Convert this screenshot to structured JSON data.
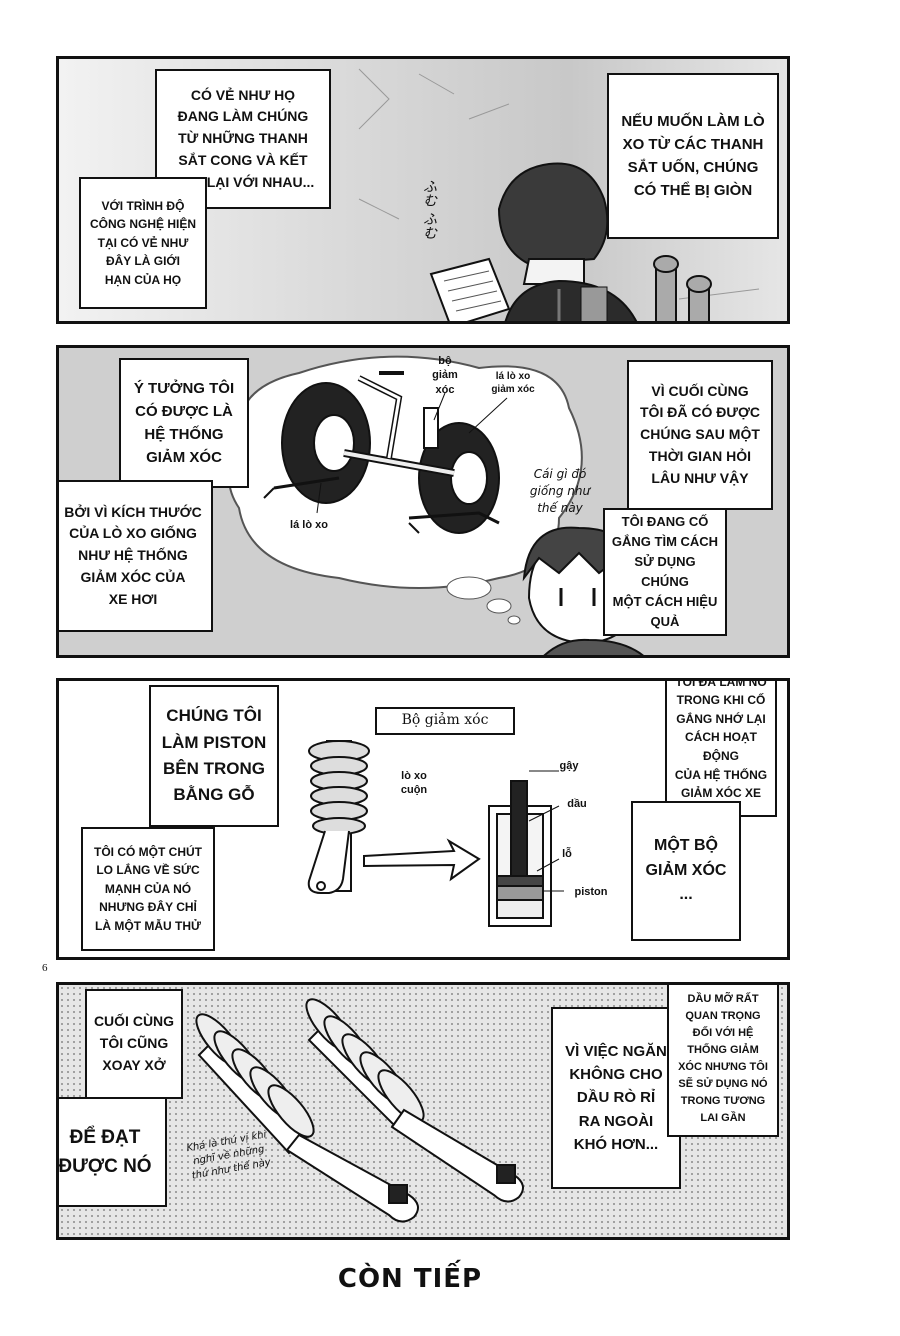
{
  "page_number": "6",
  "footer": "CÒN TIẾP",
  "panel1": {
    "bubble_left_top": "CÓ VẺ NHƯ HỌ\nĐANG LÀM CHÚNG\nTỪ NHỮNG THANH\nSẮT CONG VÀ KẾT\nHỢP LẠI VỚI NHAU...",
    "bubble_left_bottom": "VỚI TRÌNH ĐỘ\nCÔNG NGHỆ HIỆN\nTẠI CÓ VẺ NHƯ\nĐÂY LÀ GIỚI\nHẠN CỦA HỌ",
    "bubble_right": "NẾU MUỐN LÀM LÒ\nXO TỪ CÁC THANH\nSẮT UỐN, CHÚNG\nCÓ THỂ BỊ GIÒN",
    "sfx": "ふむ ふむ"
  },
  "panel2": {
    "bubble_left_top": "Ý TƯỞNG TÔI\nCÓ ĐƯỢC LÀ\nHỆ THỐNG\nGIẢM XÓC",
    "bubble_left_bottom": "BỞI VÌ KÍCH THƯỚC\nCỦA LÒ XO GIỐNG\nNHƯ HỆ THỐNG\nGIẢM XÓC CỦA\nXE HƠI",
    "bubble_right_top": "VÌ CUỐI CÙNG\nTÔI ĐÃ CÓ ĐƯỢC\nCHÚNG SAU MỘT\nTHỜI GIAN HỎI\nLÂU NHƯ VẬY",
    "bubble_right_bottom": "TÔI ĐANG CỐ\nGẮNG TÌM CÁCH\nSỬ DỤNG CHÚNG\nMỘT CÁCH HIỆU\nQUẢ",
    "label_shock": "bộ\ngiảm\nxóc",
    "label_leaf_top": "lá lò xo\ngiảm xóc",
    "label_leaf_bottom": "lá lò xo",
    "handwritten": "Cái gì đó\ngiống như\nthế này"
  },
  "panel3": {
    "bubble_left_top": "CHÚNG TÔI\nLÀM PISTON\nBÊN TRONG\nBẰNG GỖ",
    "bubble_left_bottom": "TÔI CÓ MỘT CHÚT\nLO LẮNG VỀ SỨC\nMẠNH CỦA NÓ\nNHƯNG ĐÂY CHỈ\nLÀ MỘT MẪU THỬ",
    "bubble_right_top": "TÔI ĐÃ LÀM NÓ\nTRONG KHI CỐ\nGẮNG NHỚ LẠI\nCÁCH HOẠT ĐỘNG\nCỦA HỆ THỐNG\nGIẢM XÓC XE HƠI",
    "bubble_right_bottom": "MỘT BỘ\nGIẢM XÓC\n...",
    "diagram_title": "Bộ giảm xóc",
    "label_coil": "lò xo\ncuộn",
    "label_rod": "gậy",
    "label_oil": "dầu",
    "label_hole": "lỗ",
    "label_piston": "piston"
  },
  "panel4": {
    "bubble_left_top": "CUỐI CÙNG\nTÔI CŨNG\nXOAY XỞ",
    "bubble_left_bottom": "ĐỂ ĐẠT\nĐƯỢC NÓ",
    "bubble_right_main": "VÌ VIỆC NGĂN\nKHÔNG CHO\nDẦU RÒ RỈ\nRA NGOÀI\nKHÓ HƠN...",
    "bubble_right_side": "DẦU MỠ RẤT\nQUAN TRỌNG\nĐỐI VỚI HỆ\nTHỐNG GIẢM\nXÓC NHƯNG TÔI\nSẼ SỬ DỤNG NÓ\nTRONG TƯƠNG\nLAI GẦN",
    "handwritten": "Khá là thú vị khi\nnghĩ về những\nthứ như thế này"
  }
}
